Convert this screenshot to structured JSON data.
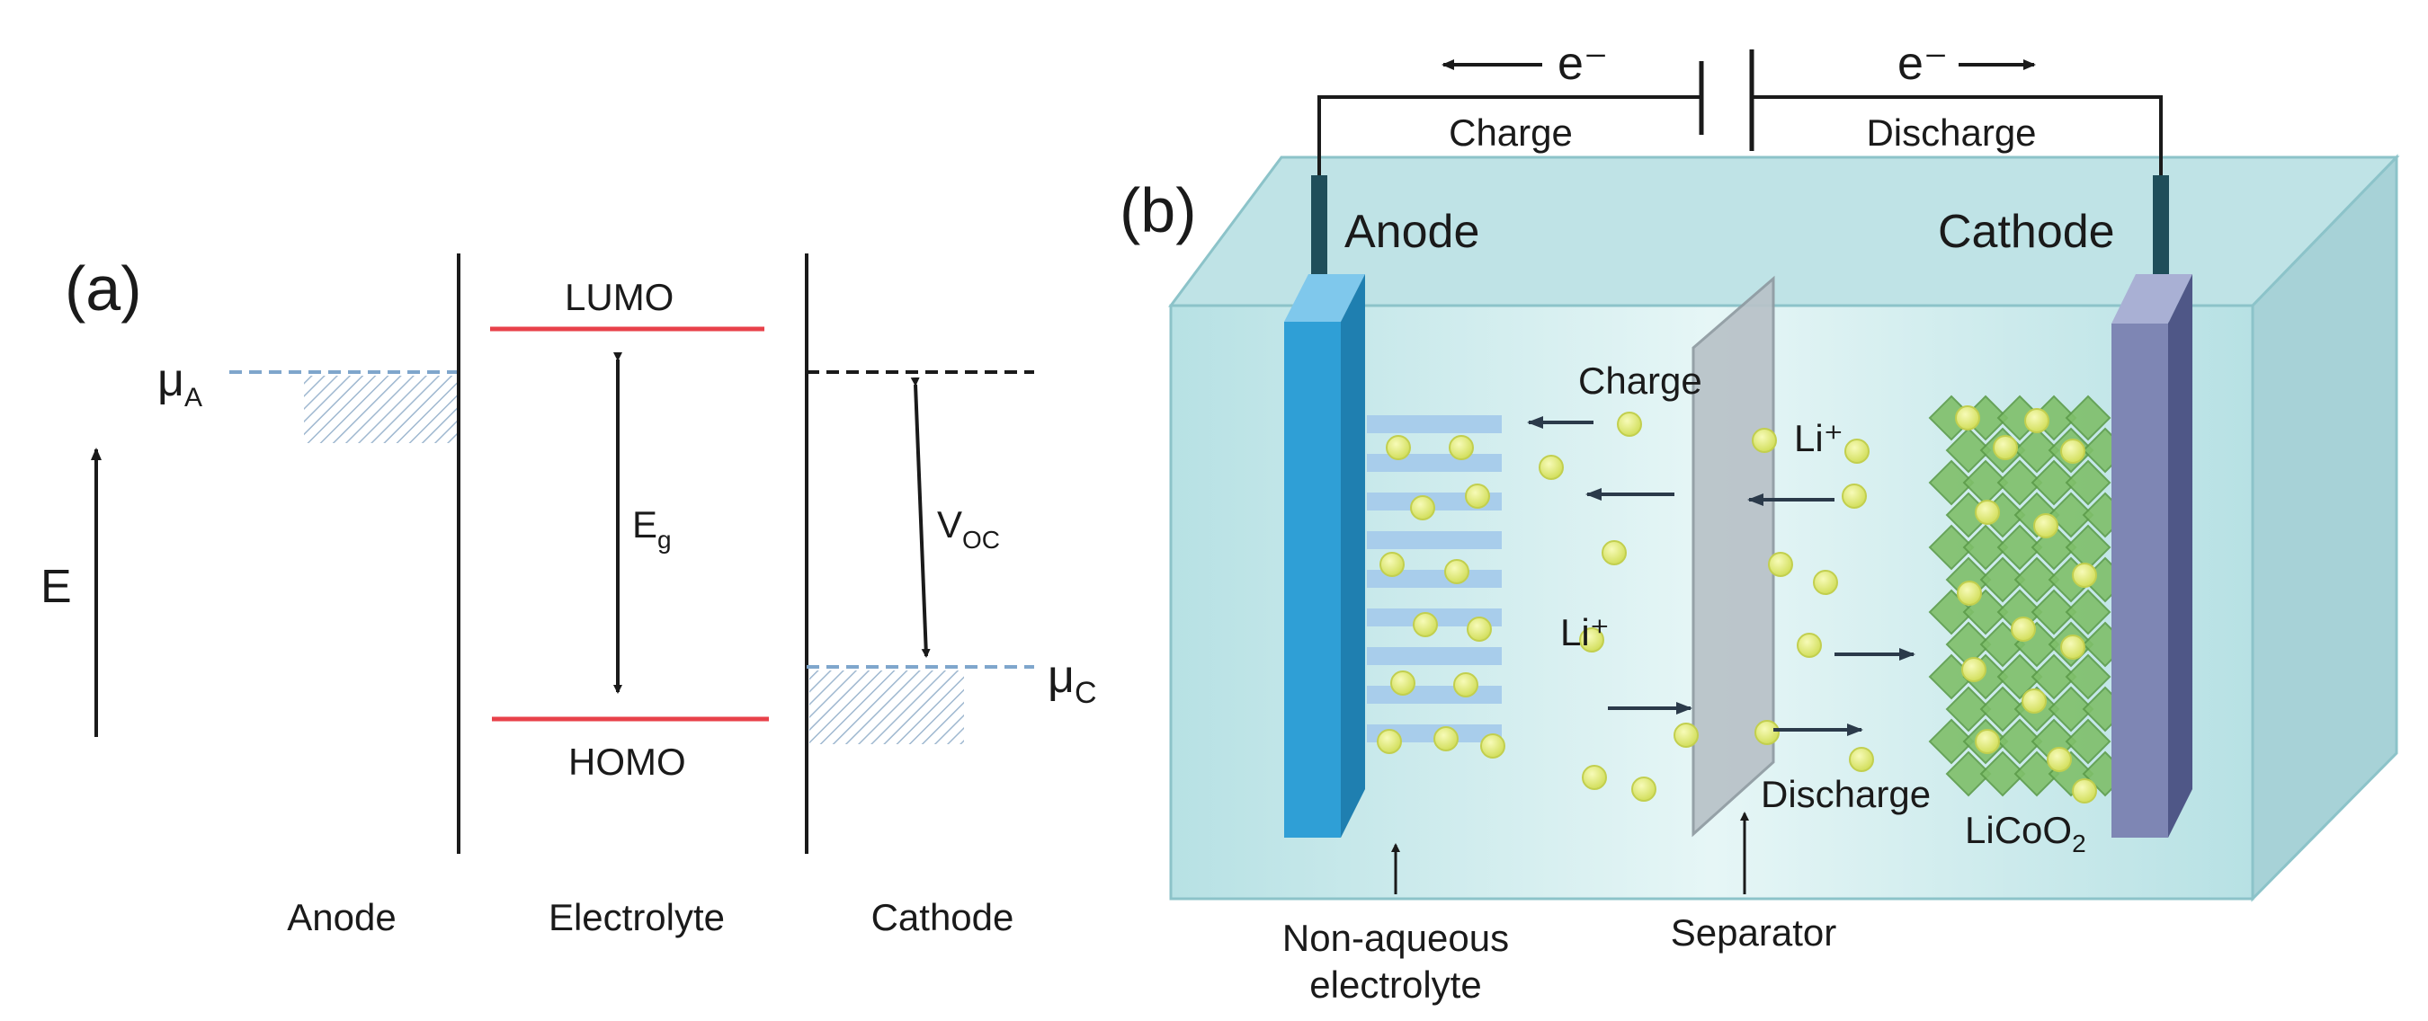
{
  "panel_a": {
    "label": "(a)",
    "energy_axis": "E",
    "mu_a": "μ",
    "mu_a_sub": "A",
    "mu_c": "μ",
    "mu_c_sub": "C",
    "lumo": "LUMO",
    "homo": "HOMO",
    "eg": "E",
    "eg_sub": "g",
    "voc": "V",
    "voc_sub": "OC",
    "regions": [
      "Anode",
      "Electrolyte",
      "Cathode"
    ]
  },
  "panel_b": {
    "label": "(b)",
    "e_left": "e⁻",
    "e_right": "e⁻",
    "charge_top": "Charge",
    "discharge_top": "Discharge",
    "anode": "Anode",
    "cathode": "Cathode",
    "charge_inner": "Charge",
    "discharge_inner": "Discharge",
    "li_upper": "Li⁺",
    "li_mid": "Li⁺",
    "licoo2": "LiCoO",
    "licoo2_sub": "2",
    "electrolyte_line1": "Non-aqueous",
    "electrolyte_line2": "electrolyte",
    "separator": "Separator"
  },
  "colors": {
    "orbital_line": "#e8414a",
    "mu_dash": "#7fa6cc",
    "hatch": "#9fb8d0",
    "tank_front": "#c7e9ea",
    "tank_top": "#b9dfe3",
    "tank_side": "#a9d3d8",
    "anode_plate": "#2f9fd6",
    "cathode_plate": "#7e86b4",
    "separator": "#b8c2c8",
    "li_ion": "#e4ee7a",
    "licoo2": "#7fbf6a",
    "graphite": "#a8cdeb"
  }
}
